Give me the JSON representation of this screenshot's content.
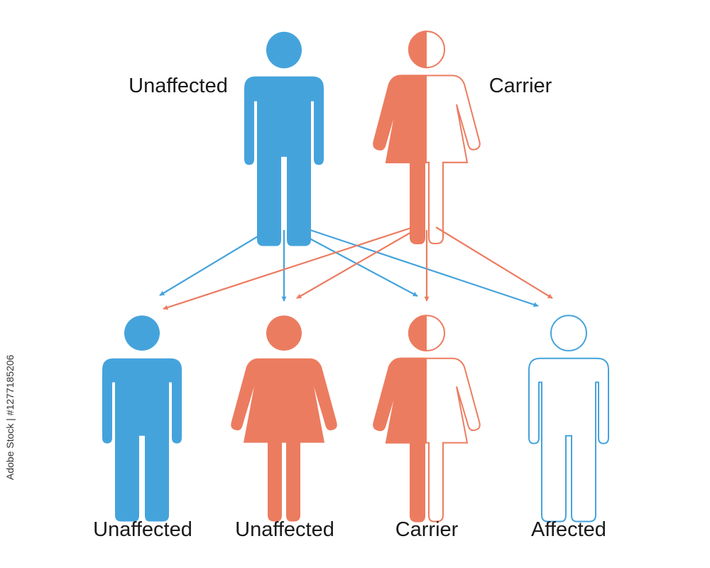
{
  "colors": {
    "male": "#45a3dc",
    "female": "#ec7c60",
    "text": "#1a1a1a",
    "white": "#ffffff"
  },
  "parents": {
    "father": {
      "label": "Unaffected",
      "icon": "male-figure-icon",
      "style": "filled"
    },
    "mother": {
      "label": "Carrier",
      "icon": "female-figure-icon",
      "style": "half-filled"
    }
  },
  "children": [
    {
      "label": "Unaffected",
      "icon": "male-figure-icon",
      "style": "filled"
    },
    {
      "label": "Unaffected",
      "icon": "female-figure-icon",
      "style": "filled"
    },
    {
      "label": "Carrier",
      "icon": "female-figure-icon",
      "style": "half-filled"
    },
    {
      "label": "Affected",
      "icon": "male-figure-icon",
      "style": "outline"
    }
  ],
  "watermark": {
    "side_text": "Adobe Stock | #1277185206"
  }
}
